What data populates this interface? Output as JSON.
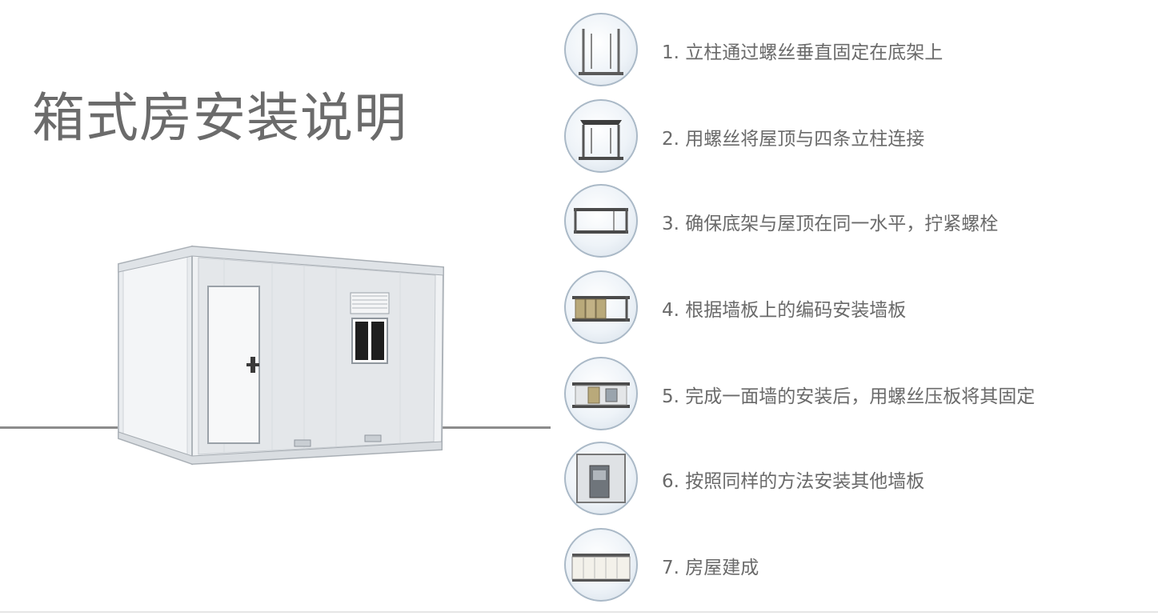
{
  "title": "箱式房安装说明",
  "steps": [
    {
      "text": "1. 立柱通过螺丝垂直固定在底架上",
      "icon": "frame-posts-icon"
    },
    {
      "text": "2. 用螺丝将屋顶与四条立柱连接",
      "icon": "frame-roof-icon"
    },
    {
      "text": "3. 确保底架与屋顶在同一水平，拧紧螺栓",
      "icon": "frame-level-icon"
    },
    {
      "text": "4. 根据墙板上的编码安装墙板",
      "icon": "wall-panels-icon"
    },
    {
      "text": "5. 完成一面墙的安装后，用螺丝压板将其固定",
      "icon": "wall-fixed-icon"
    },
    {
      "text": "6. 按照同样的方法安装其他墙板",
      "icon": "other-walls-icon"
    },
    {
      "text": "7. 房屋建成",
      "icon": "finished-house-icon"
    }
  ],
  "colors": {
    "title": "#6b6b6b",
    "text": "#6a6a6a",
    "circle_border": "#aab9c7",
    "ground": "#8c8c8c"
  }
}
